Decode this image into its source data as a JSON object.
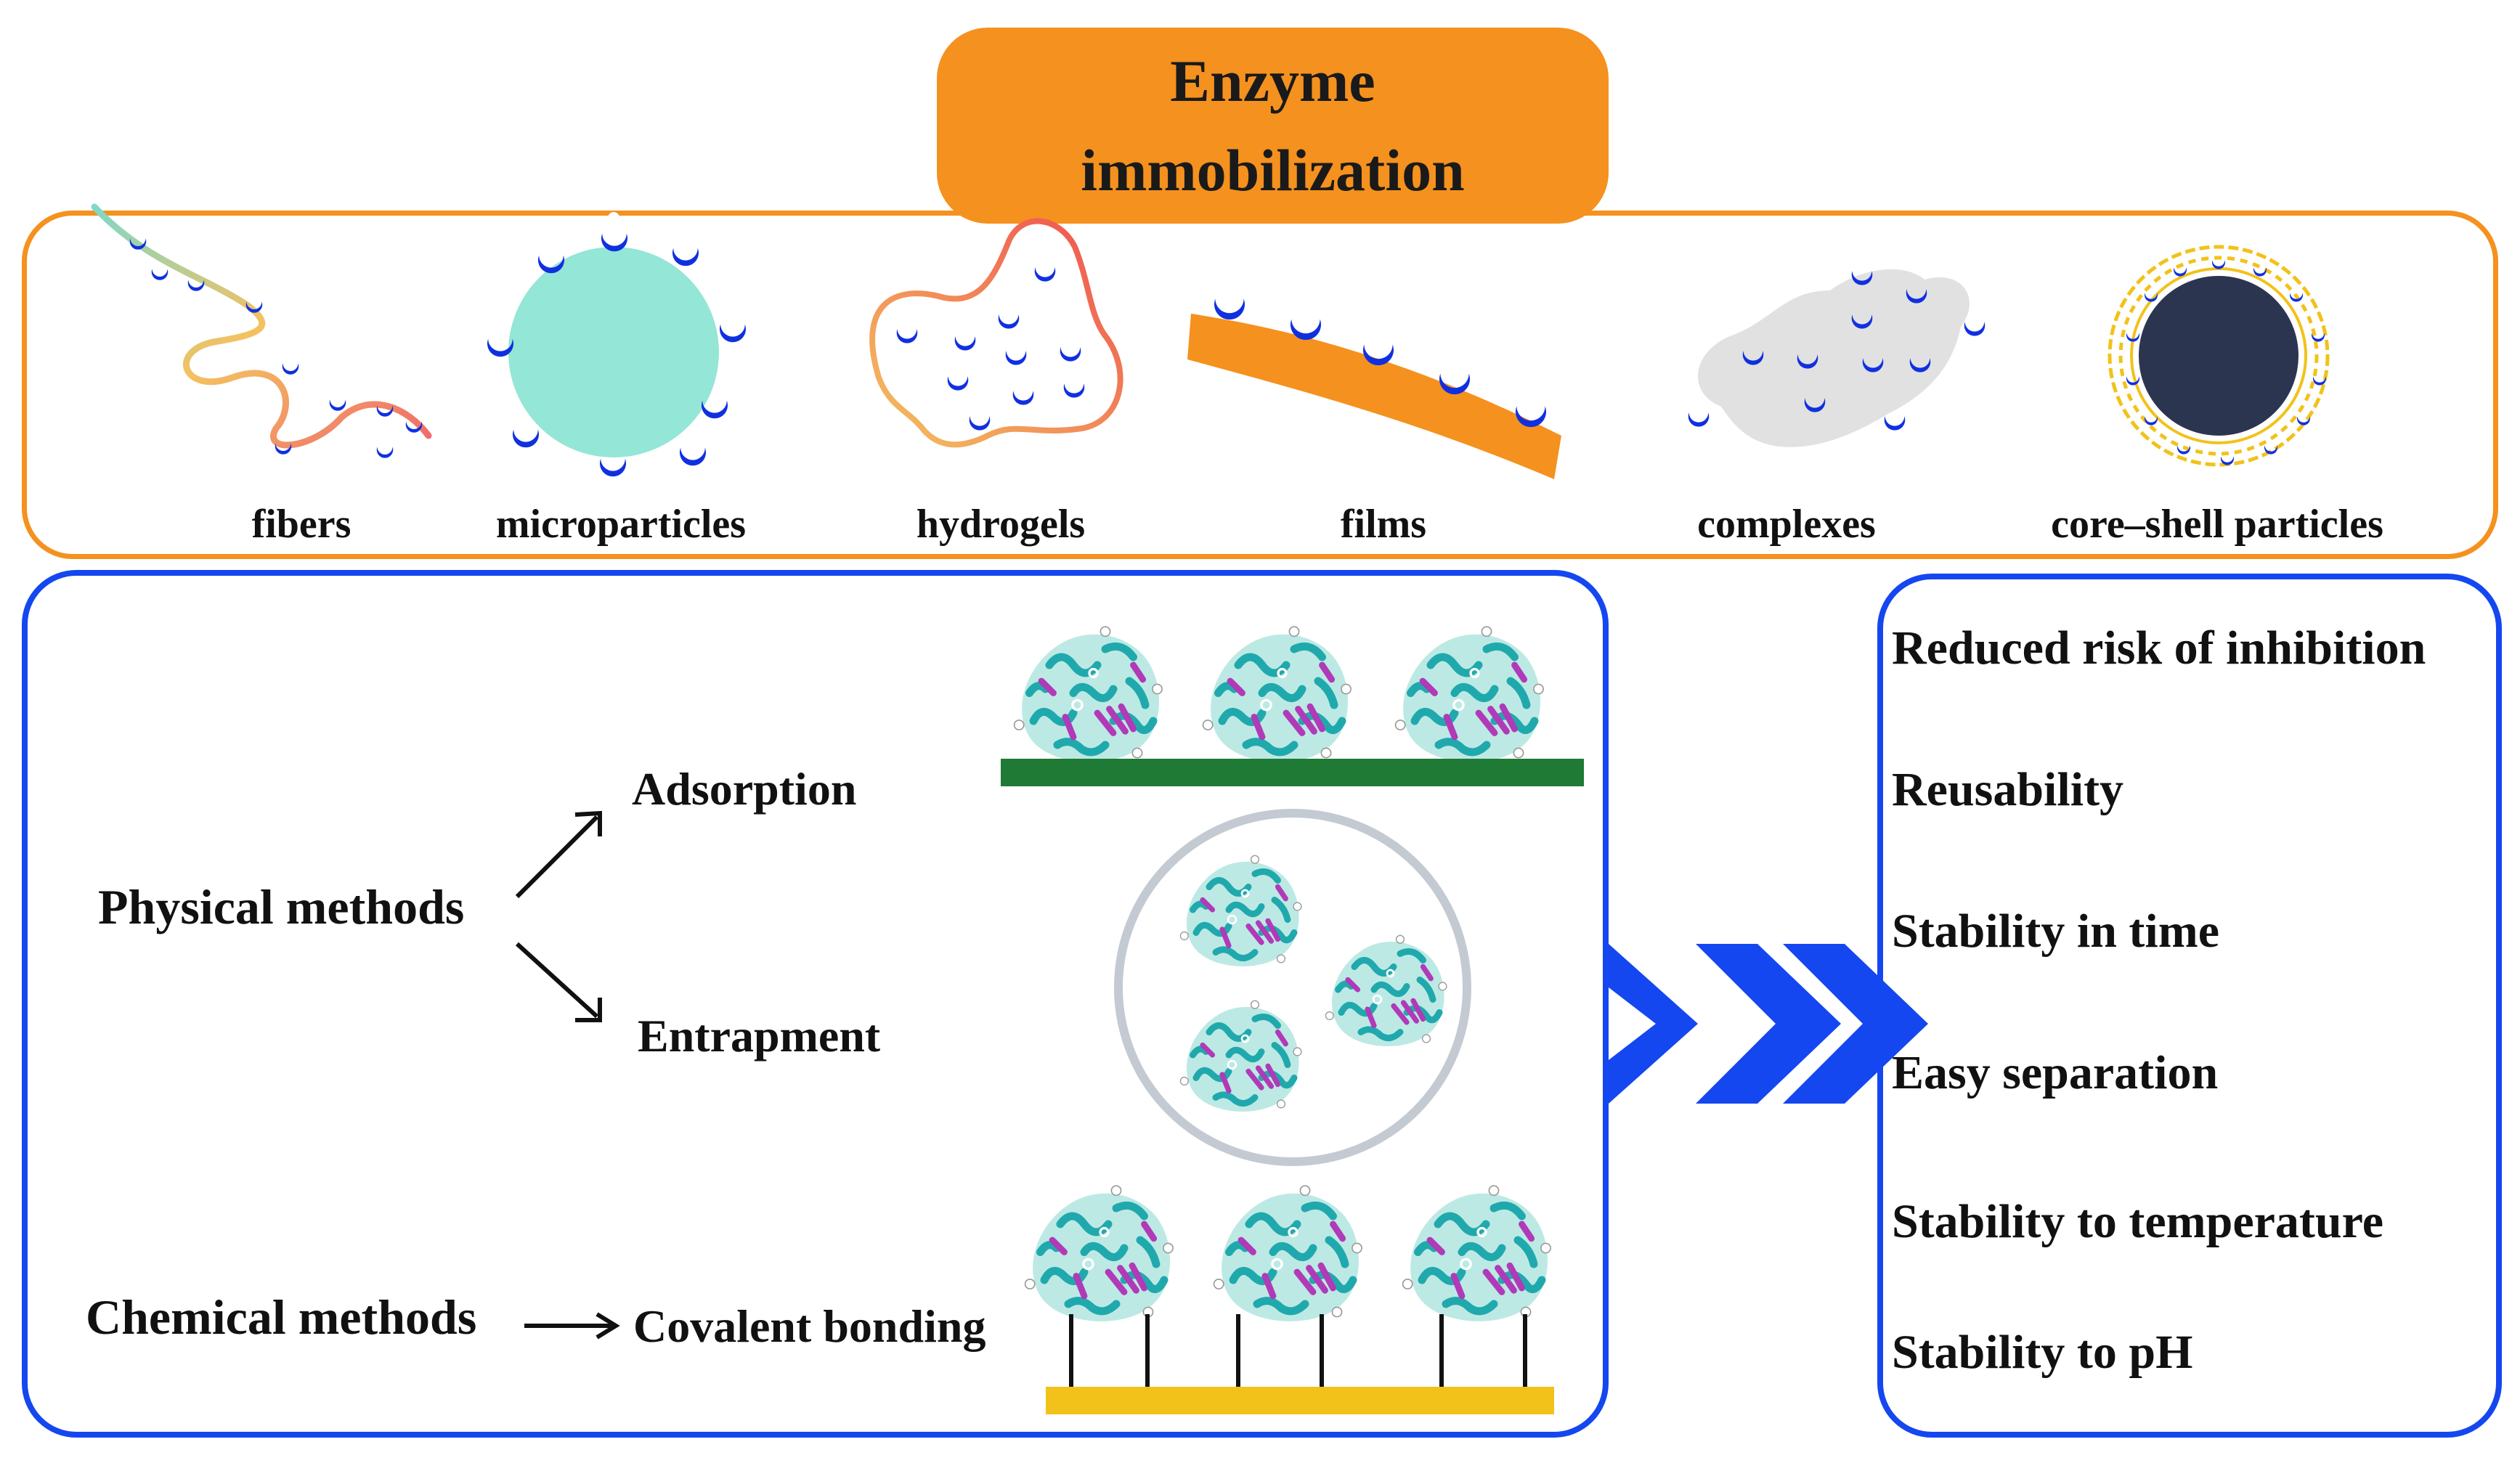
{
  "title": {
    "line1": "Enzyme",
    "line2": "immobilization"
  },
  "supports": [
    {
      "label": "fibers",
      "icon": "fiber-support-icon"
    },
    {
      "label": "microparticles",
      "icon": "microparticle-support-icon"
    },
    {
      "label": "hydrogels",
      "icon": "hydrogel-support-icon"
    },
    {
      "label": "films",
      "icon": "film-support-icon"
    },
    {
      "label": "complexes",
      "icon": "complex-support-icon"
    },
    {
      "label": "core–shell particles",
      "icon": "core-shell-particle-icon"
    }
  ],
  "methods": {
    "physical": "Physical methods",
    "chemical": "Chemical methods",
    "adsorption": "Adsorption",
    "entrapment": "Entrapment",
    "covalent": "Covalent bonding"
  },
  "benefits": [
    "Reduced risk of inhibition",
    "Reusability",
    "Stability in time",
    "Easy separation",
    "Stability to temperature",
    "Stability to pH"
  ],
  "colors": {
    "orange": "#f5911e",
    "blue": "#1447f0",
    "enzyme_blue": "#1030e0",
    "mint": "#94e6d6",
    "green": "#1e7a35",
    "yellow": "#f2c21a",
    "core": "#2c3550",
    "protein_cyan": "#27b8b8",
    "protein_magenta": "#b03ab8"
  }
}
